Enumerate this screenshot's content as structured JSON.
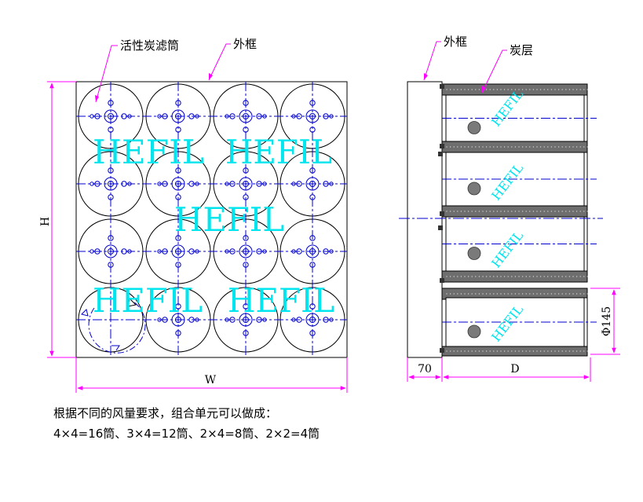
{
  "labels": {
    "carbon_filter_canister": "活性炭滤筒",
    "outer_frame_front": "外框",
    "outer_frame_side": "外框",
    "carbon_layer": "炭层"
  },
  "dimensions": {
    "height": "H",
    "width": "W",
    "frame_depth": "70",
    "depth": "D",
    "diameter": "Φ145"
  },
  "watermark": "HEFIL",
  "caption": {
    "line1": "根据不同的风量要求，组合单元可以做成：",
    "line2": "4×4=16筒、3×4=12筒、2×4=8筒、2×2=4筒"
  },
  "colors": {
    "leader": "#ff00ff",
    "centerline": "#0000cc",
    "watermark": "#00e5ee",
    "carbon_layer": "#6e6e6e"
  },
  "grid": {
    "rows": 4,
    "cols": 4
  }
}
